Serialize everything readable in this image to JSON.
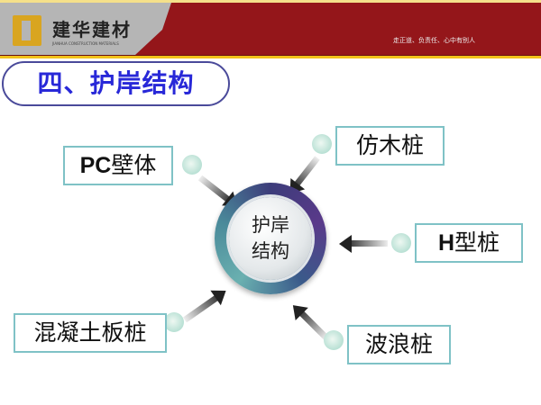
{
  "header": {
    "brand": "建华建材",
    "brand_sub": "JIANHUA CONSTRUCTION MATERIALS",
    "slogan": "走正道、负责任、心中有别人"
  },
  "title": "四、护岸结构",
  "hub": {
    "line1": "护岸",
    "line2": "结构"
  },
  "items": [
    {
      "prefix": "PC",
      "label": "壁体"
    },
    {
      "prefix": "",
      "label": "仿木桩"
    },
    {
      "prefix": "H",
      "label": "型桩"
    },
    {
      "prefix": "",
      "label": "混凝土板桩"
    },
    {
      "prefix": "",
      "label": "波浪桩"
    }
  ],
  "colors": {
    "header": "#94161a",
    "title": "#2828d8",
    "box_border": "#7fc2c6"
  }
}
